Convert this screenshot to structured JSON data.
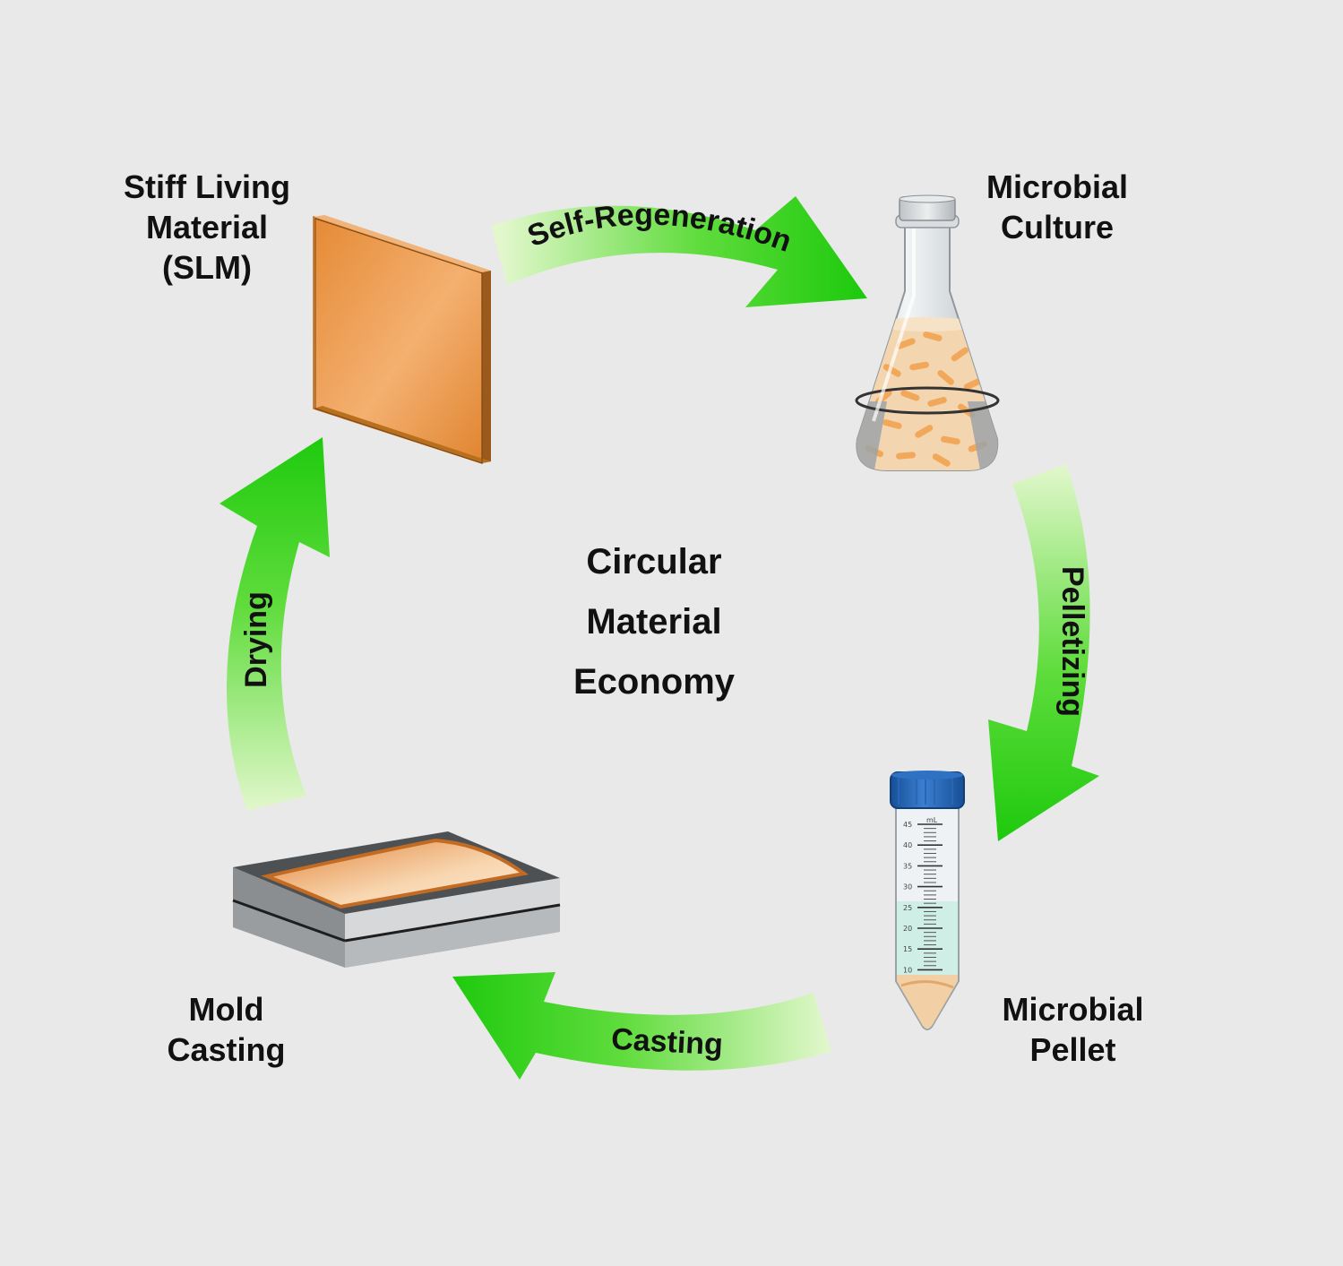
{
  "center": {
    "lines": [
      "Circular",
      "Material",
      "Economy"
    ]
  },
  "nodes": {
    "slm": {
      "lines": [
        "Stiff Living",
        "Material",
        "(SLM)"
      ]
    },
    "culture": {
      "lines": [
        "Microbial",
        "Culture"
      ]
    },
    "pellet": {
      "lines": [
        "Microbial",
        "Pellet"
      ]
    },
    "mold": {
      "lines": [
        "Mold",
        "Casting"
      ]
    }
  },
  "arrows": {
    "self_regeneration": "Self-Regeneration",
    "pelletizing": "Pelletizing",
    "casting": "Casting",
    "drying": "Drying"
  },
  "tube": {
    "unit": "mL",
    "ticks": [
      "45",
      "40",
      "35",
      "30",
      "25",
      "20",
      "15",
      "10"
    ]
  },
  "colors": {
    "background": "#e9e9e9",
    "arrow_green": "#22cc11",
    "arrow_fade": "#dff7c8",
    "material_orange": "#e8913a",
    "tube_cap_blue": "#1f5fae",
    "liquid_teal": "#cfeee6"
  }
}
